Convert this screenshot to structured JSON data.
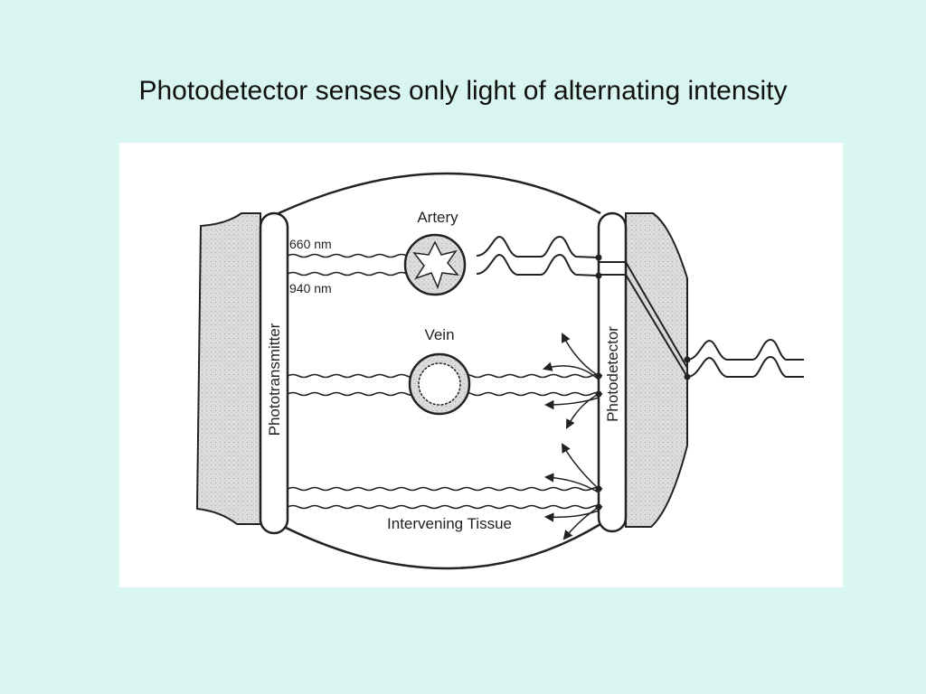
{
  "slide": {
    "title": "Photodetector senses only light of alternating intensity"
  },
  "diagram": {
    "left_bar_label": "Phototransmitter",
    "right_bar_label": "Photodetector",
    "artery_label": "Artery",
    "vein_label": "Vein",
    "wavelength_660": "660 nm",
    "wavelength_940": "940 nm",
    "tissue_label": "Intervening Tissue"
  },
  "colors": {
    "background": "#d9f5ef",
    "figure_background": "#ffffff",
    "tissue_shading": "#d9d9d9",
    "line": "#222222"
  }
}
